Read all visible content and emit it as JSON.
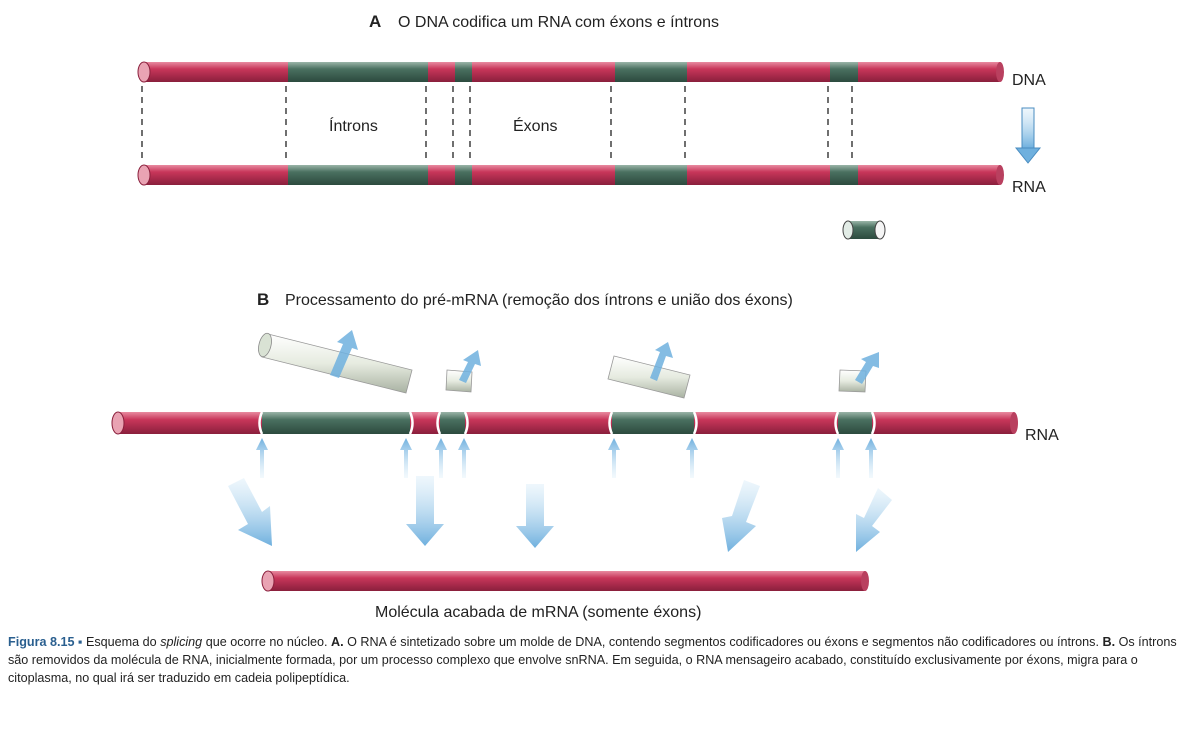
{
  "panel_a": {
    "letter": "A",
    "title": "O DNA codifica um RNA com éxons e íntrons",
    "dna_label": "DNA",
    "rna_label": "RNA",
    "introns_label": "Íntrons",
    "exons_label": "Éxons"
  },
  "panel_b": {
    "letter": "B",
    "title": "Processamento do pré-mRNA (remoção dos íntrons e união dos éxons)",
    "rna_label": "RNA",
    "mrna_label": "Molécula acabada de mRNA (somente éxons)"
  },
  "caption": {
    "fig": "Figura 8.15",
    "bullet": "▪",
    "t1": "Esquema do",
    "t1_italic": "splicing",
    "t2": "que ocorre no núcleo.",
    "a": "A.",
    "a_text": "O RNA é sintetizado sobre um molde de DNA, contendo segmentos codificadores ou éxons e segmentos não codificadores ou íntrons.",
    "b": "B.",
    "b_text": "Os íntrons são removidos da molécula de RNA, inicialmente formada, por um processo complexo que envolve snRNA. Em seguida, o RNA mensageiro acabado, constituído exclusivamente por éxons, migra para o citoplasma, no qual irá ser traduzido em cadeia polipeptídica."
  },
  "colors": {
    "exon": "#c8365a",
    "intron": "#4a7060",
    "arrow": "#8ec4e8",
    "caption_accent": "#2a5f8f"
  }
}
